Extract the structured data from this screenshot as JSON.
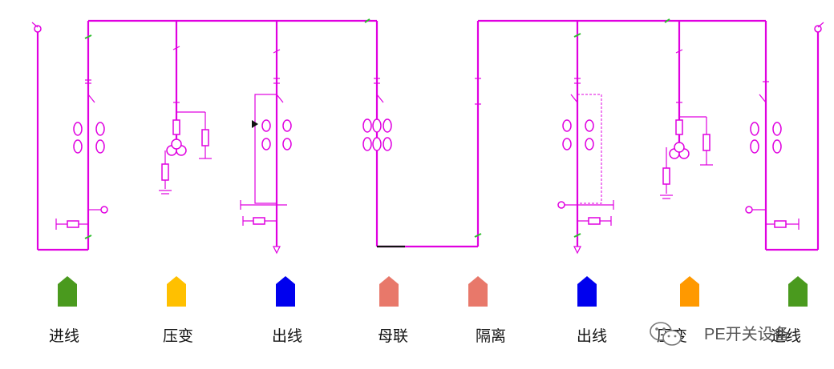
{
  "cabinets": [
    {
      "label": "进线",
      "color": "#4a9a1e"
    },
    {
      "label": "压变",
      "color": "#ffc000"
    },
    {
      "label": "出线",
      "color": "#0000ee"
    },
    {
      "label": "母联",
      "color": "#e8786a"
    },
    {
      "label": "隔离",
      "color": "#e8786a"
    },
    {
      "label": "出线",
      "color": "#0000ee"
    },
    {
      "label": "压变",
      "color": "#ff9900"
    },
    {
      "label": "进线",
      "color": "#4a9a1e"
    }
  ],
  "watermark": {
    "text": "PE开关设备",
    "icon": "wechat-icon"
  },
  "colors": {
    "busbar": "#e000e0",
    "marker": "#2fbf2f"
  }
}
